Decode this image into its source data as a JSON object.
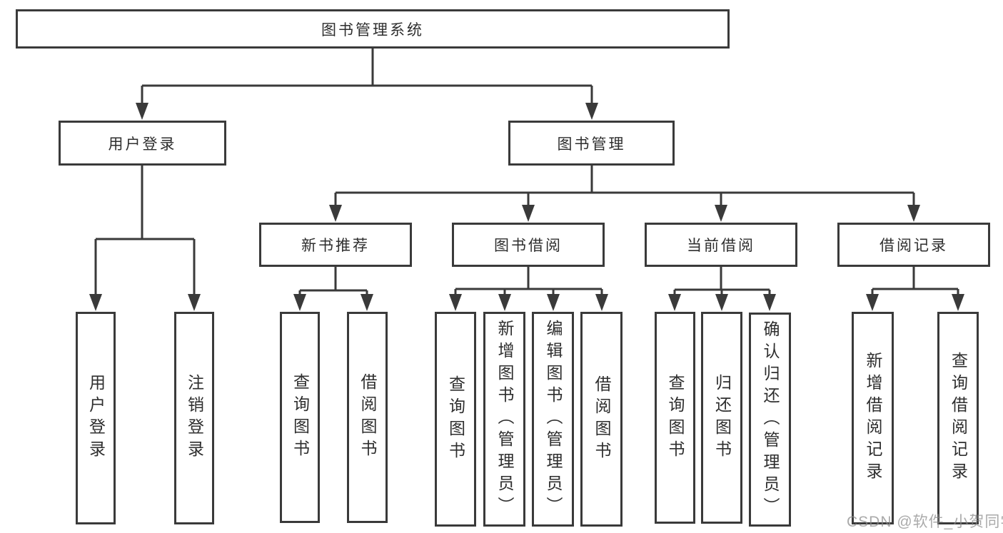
{
  "root": {
    "label": "图书管理系统"
  },
  "level2": [
    {
      "label": "用户登录"
    },
    {
      "label": "图书管理"
    }
  ],
  "level3": [
    {
      "label": "新书推荐"
    },
    {
      "label": "图书借阅"
    },
    {
      "label": "当前借阅"
    },
    {
      "label": "借阅记录"
    }
  ],
  "leaves": {
    "user_login": [
      {
        "label": "用户登录"
      },
      {
        "label": "注销登录"
      }
    ],
    "new_book": [
      {
        "label": "查询图书"
      },
      {
        "label": "借阅图书"
      }
    ],
    "book_borrow": [
      {
        "label": "查询图书"
      },
      {
        "label": "新增图书（管理员）"
      },
      {
        "label": "编辑图书（管理员）"
      },
      {
        "label": "借阅图书"
      }
    ],
    "current_borrow": [
      {
        "label": "查询图书"
      },
      {
        "label": "归还图书"
      },
      {
        "label": "确认归还（管理员）"
      }
    ],
    "borrow_record": [
      {
        "label": "新增借阅记录"
      },
      {
        "label": "查询借阅记录"
      }
    ]
  },
  "colors": {
    "line": "#3a3a3a",
    "text": "#2e2e2e",
    "watermark_gray": "#b8b8b8"
  },
  "watermark": "CSDN @软件_小贺同学"
}
